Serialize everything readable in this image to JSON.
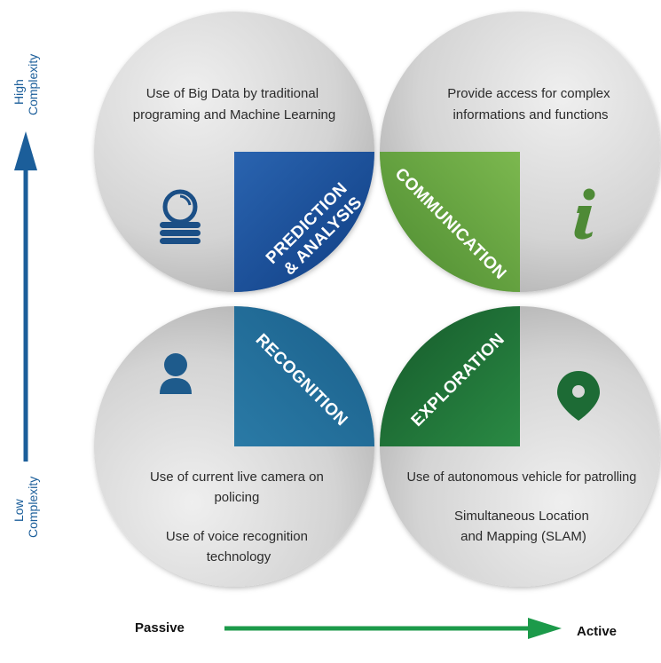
{
  "axes": {
    "y_high": [
      "High",
      "Complexity"
    ],
    "y_low": [
      "Low",
      "Complexity"
    ],
    "x_left": "Passive",
    "x_right": "Active"
  },
  "quadrants": {
    "prediction": {
      "label": [
        "PREDICTION",
        "& ANALYSIS"
      ],
      "description": [
        "Use of Big Data by traditional",
        "programing and Machine Learning"
      ],
      "icon": "coin-stack-icon",
      "color": "#174a94"
    },
    "communication": {
      "label": [
        "COMMUNICATION"
      ],
      "description": [
        "Provide access for complex",
        "informations and functions"
      ],
      "icon": "info-icon",
      "color": "#5a9a3a"
    },
    "recognition": {
      "label": [
        "RECOGNITION"
      ],
      "description": [
        "Use  of current live camera on",
        "policing",
        "Use of voice recognition",
        "technology"
      ],
      "icon": "user-icon",
      "color": "#1f6a95"
    },
    "exploration": {
      "label": [
        "EXPLORATION"
      ],
      "description": [
        "Use of autonomous vehicle for patrolling",
        "Simultaneous Location",
        "and Mapping (SLAM)"
      ],
      "icon": "location-pin-icon",
      "color": "#1d6b35"
    }
  },
  "colors": {
    "vertical_arrow": "#1b5e9a",
    "horizontal_arrow": "#1c9a4a",
    "circle_light": "#ececec",
    "circle_dark": "#a7a7a7"
  }
}
